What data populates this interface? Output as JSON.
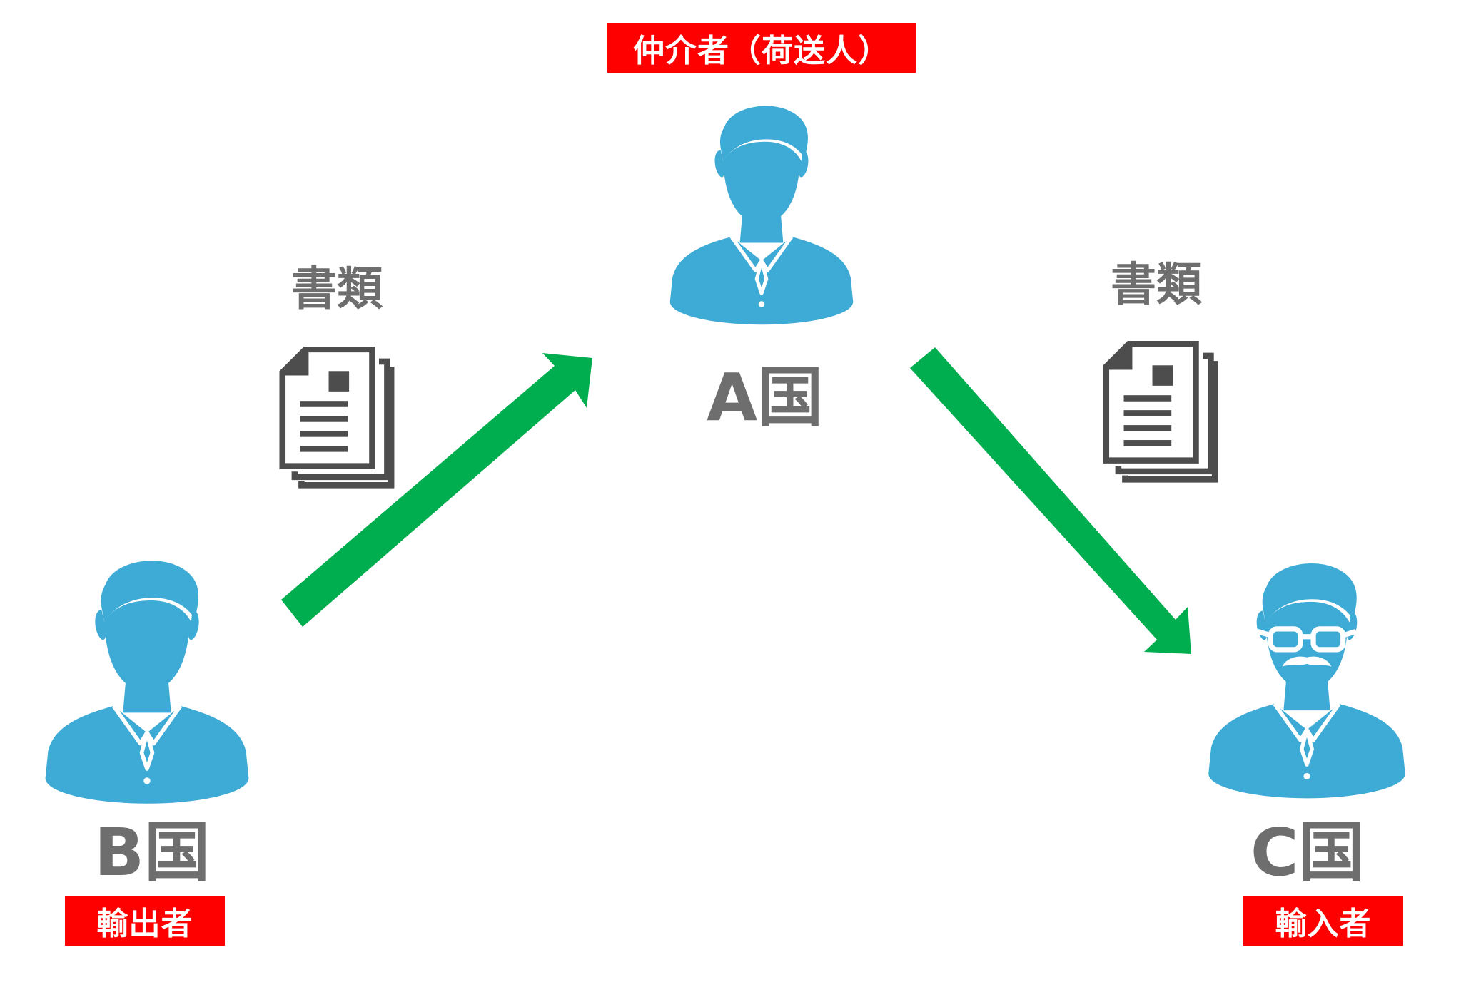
{
  "colors": {
    "person": "#3eabd6",
    "arrow": "#00ad4f",
    "document": "#4d4d4d",
    "tag_bg": "#ff0000",
    "tag_text": "#ffffff",
    "label_text": "#6e6e6e"
  },
  "nodes": {
    "intermediary": {
      "role": "仲介者（荷送人）",
      "country": "A国",
      "icon": "person-icon"
    },
    "exporter": {
      "role": "輸出者",
      "country": "B国",
      "icon": "person-icon"
    },
    "importer": {
      "role": "輸入者",
      "country": "C国",
      "icon": "person-glasses-mustache-icon"
    }
  },
  "documents": {
    "left": {
      "label": "書類",
      "icon": "document-stack-icon"
    },
    "right": {
      "label": "書類",
      "icon": "document-stack-icon"
    }
  },
  "edges": [
    {
      "from": "exporter",
      "to": "intermediary",
      "icon": "arrow-icon"
    },
    {
      "from": "intermediary",
      "to": "importer",
      "icon": "arrow-icon"
    }
  ]
}
